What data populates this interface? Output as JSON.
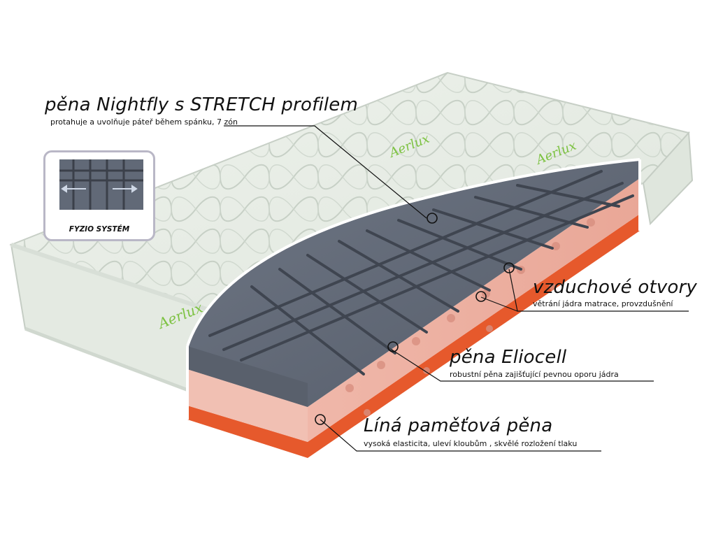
{
  "inset": {
    "caption": "FYZIO SYSTÉM"
  },
  "layers": [
    {
      "title": "pěna Nightfly s STRETCH profilem",
      "subtitle": "protahuje a uvolňuje páteř během spánku, 7 zón"
    },
    {
      "title": "vzduchové otvory",
      "subtitle": "větrání jádra matrace, provzdušnění"
    },
    {
      "title": "pěna Eliocell",
      "subtitle": "robustní pěna zajišťující pevnou oporu jádra"
    },
    {
      "title": "Líná paměťová pěna",
      "subtitle": "vysoká elasticita, uleví kloubům , skvělé rozložení tlaku"
    }
  ],
  "colors": {
    "cover": "#e6ece4",
    "cover_quilt": "#c9d3c8",
    "gray_foam": "#626a78",
    "pink_foam": "#efb6a8",
    "orange_foam": "#e6592c",
    "leader": "#111111"
  }
}
